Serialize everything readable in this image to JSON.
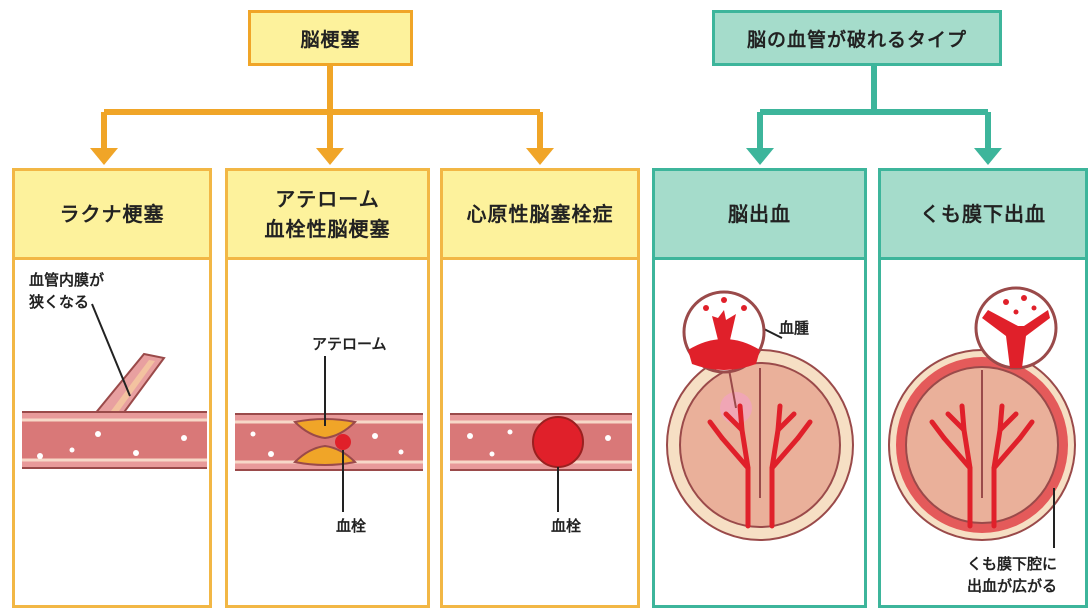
{
  "groups": {
    "infarction": {
      "title": "脳梗塞"
    },
    "hemorrhage": {
      "title": "脳の血管が破れるタイプ"
    }
  },
  "panels": [
    {
      "title_lines": [
        "ラクナ梗塞"
      ],
      "labels": [
        "血管内膜が",
        "狭くなる"
      ]
    },
    {
      "title_lines": [
        "アテローム",
        "血栓性脳梗塞"
      ],
      "labels": [
        "アテローム",
        "血栓"
      ]
    },
    {
      "title_lines": [
        "心原性脳塞栓症"
      ],
      "labels": [
        "血栓"
      ]
    },
    {
      "title_lines": [
        "脳出血"
      ],
      "labels": [
        "血腫"
      ]
    },
    {
      "title_lines": [
        "くも膜下出血"
      ],
      "labels": [
        "くも膜下腔に",
        "出血が広がる"
      ]
    }
  ],
  "colors": {
    "orange": "#f0a528",
    "teal": "#3db59b",
    "yellow_fill": "#fdf29c",
    "teal_fill": "#a5dccb",
    "vessel": "#e8a0a0",
    "blood": "#e0202a"
  }
}
